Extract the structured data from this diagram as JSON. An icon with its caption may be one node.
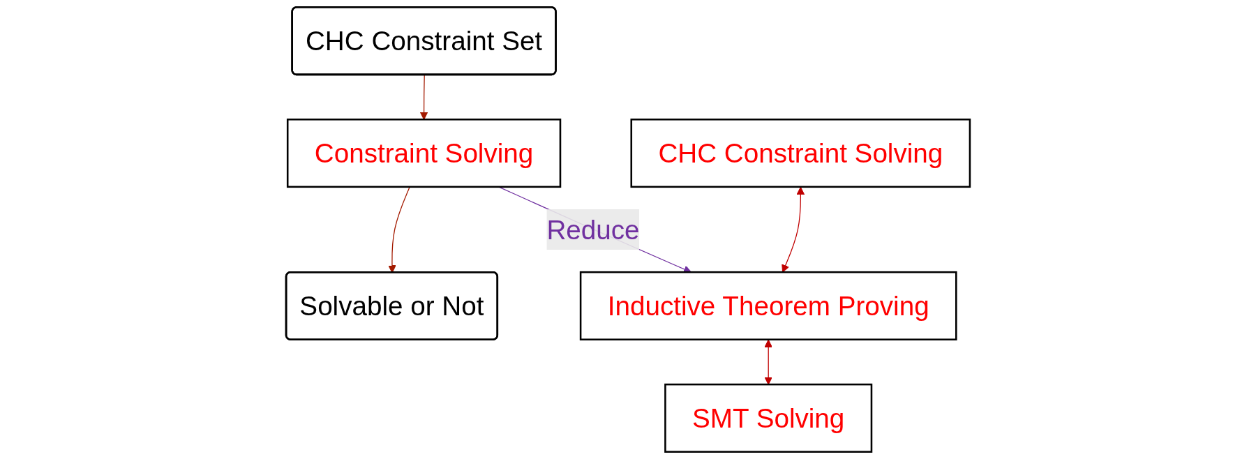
{
  "diagram": {
    "nodes": [
      {
        "text": [
          "CHC Constraint Set"
        ]
      },
      {
        "text": [
          "Constraint Solving"
        ]
      },
      {
        "text": [
          "Solvable or Not"
        ]
      },
      {
        "text": [
          "CHC Constraint Solving"
        ]
      },
      {
        "text": [
          "Inductive Theorem Proving"
        ]
      },
      {
        "text": [
          "SMT Solving"
        ]
      }
    ],
    "edges": [
      {
        "from": 0,
        "to": 1,
        "arrow": "to",
        "color": "#a31a00"
      },
      {
        "from": 1,
        "to": 2,
        "arrow": "to",
        "color": "#a31a00"
      },
      {
        "from": 1,
        "to": 4,
        "arrow": "to",
        "label": "Reduce",
        "color": "#7030a0"
      },
      {
        "from": 3,
        "to": 4,
        "arrow": "both",
        "color": "#c00000"
      },
      {
        "from": 4,
        "to": 5,
        "arrow": "both",
        "color": "#c00000"
      }
    ]
  }
}
